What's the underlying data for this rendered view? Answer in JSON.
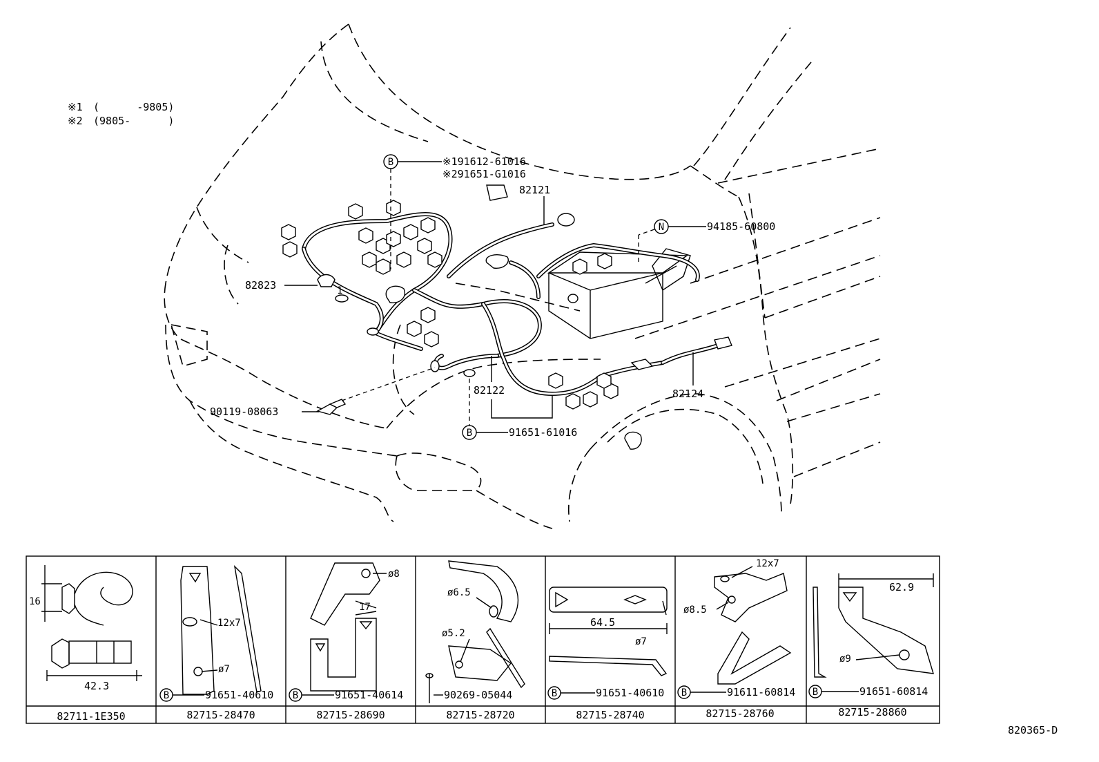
{
  "notes": [
    {
      "mark": "※1",
      "range": "(      -9805)"
    },
    {
      "mark": "※2",
      "range": "(9805-      )"
    }
  ],
  "main_labels": {
    "clip_b_symbol": "B",
    "clip_n_symbol": "N",
    "clip_top_1": "※191612-61016",
    "clip_top_2": "※291651-G1016",
    "wire_82121": "82121",
    "bolt_n": "94185-60800",
    "clamp_82823": "82823",
    "wire_82122": "82122",
    "wire_82124": "82124",
    "screw_bottom": "90119-08063",
    "clip_bottom": "91651-61016",
    "small_1": "1"
  },
  "table": {
    "cells": [
      {
        "part": "82711-1E350",
        "dims": [
          "16",
          "42.3"
        ],
        "fastener": ""
      },
      {
        "part": "82715-28470",
        "dims": [
          "12x7",
          "ø7"
        ],
        "fastener": "91651-40610"
      },
      {
        "part": "82715-28690",
        "dims": [
          "ø8",
          "17"
        ],
        "fastener": "91651-40614"
      },
      {
        "part": "82715-28720",
        "dims": [
          "ø6.5",
          "ø5.2"
        ],
        "fastener": "90269-05044"
      },
      {
        "part": "82715-28740",
        "dims": [
          "64.5",
          "ø7"
        ],
        "fastener": "91651-40610"
      },
      {
        "part": "82715-28760",
        "dims": [
          "12x7",
          "ø8.5"
        ],
        "fastener": "91611-60814"
      },
      {
        "part": "82715-28860",
        "dims": [
          "62.9",
          "ø9"
        ],
        "fastener": "91651-60814"
      }
    ]
  },
  "diagram_code": "820365-D"
}
